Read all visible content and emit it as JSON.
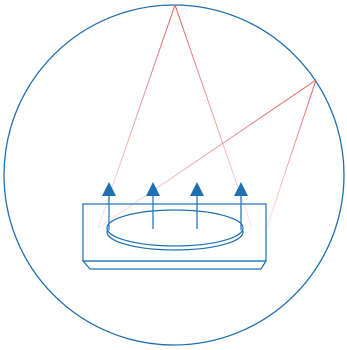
{
  "diagram": {
    "colors": {
      "background": "#ffffff",
      "circle": "#1f6fb2",
      "device": "#1f6fb2",
      "arrows": "#1f6fb2",
      "light_rays": "#e05a5a"
    },
    "elements": {
      "boundary_circle": "circle",
      "light_sources": 2,
      "upward_arrows": 4,
      "device": "tray-with-elliptical-plate"
    }
  }
}
